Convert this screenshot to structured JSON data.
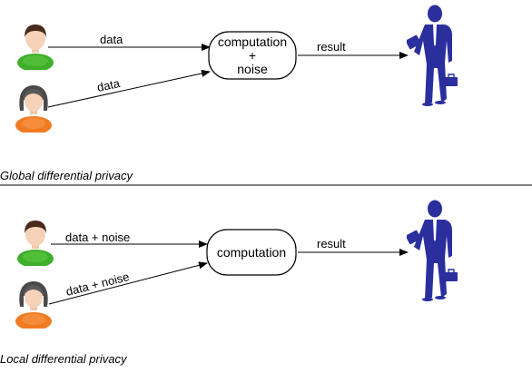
{
  "global": {
    "caption": "Global differential privacy",
    "arrow_top_label": "data",
    "arrow_bottom_label": "data",
    "box_line1": "computation",
    "box_line2": "+",
    "box_line3": "noise",
    "result_label": "result"
  },
  "local": {
    "caption": "Local differential privacy",
    "arrow_top_label": "data + noise",
    "arrow_bottom_label": "data + noise",
    "box_label": "computation",
    "result_label": "result"
  },
  "icons": {
    "user_male": "user-male-icon",
    "user_female": "user-female-icon",
    "analyst": "businessman-icon"
  },
  "colors": {
    "male_shirt": "#3fae2a",
    "female_shirt": "#f07b22",
    "analyst": "#2b2f9e"
  }
}
